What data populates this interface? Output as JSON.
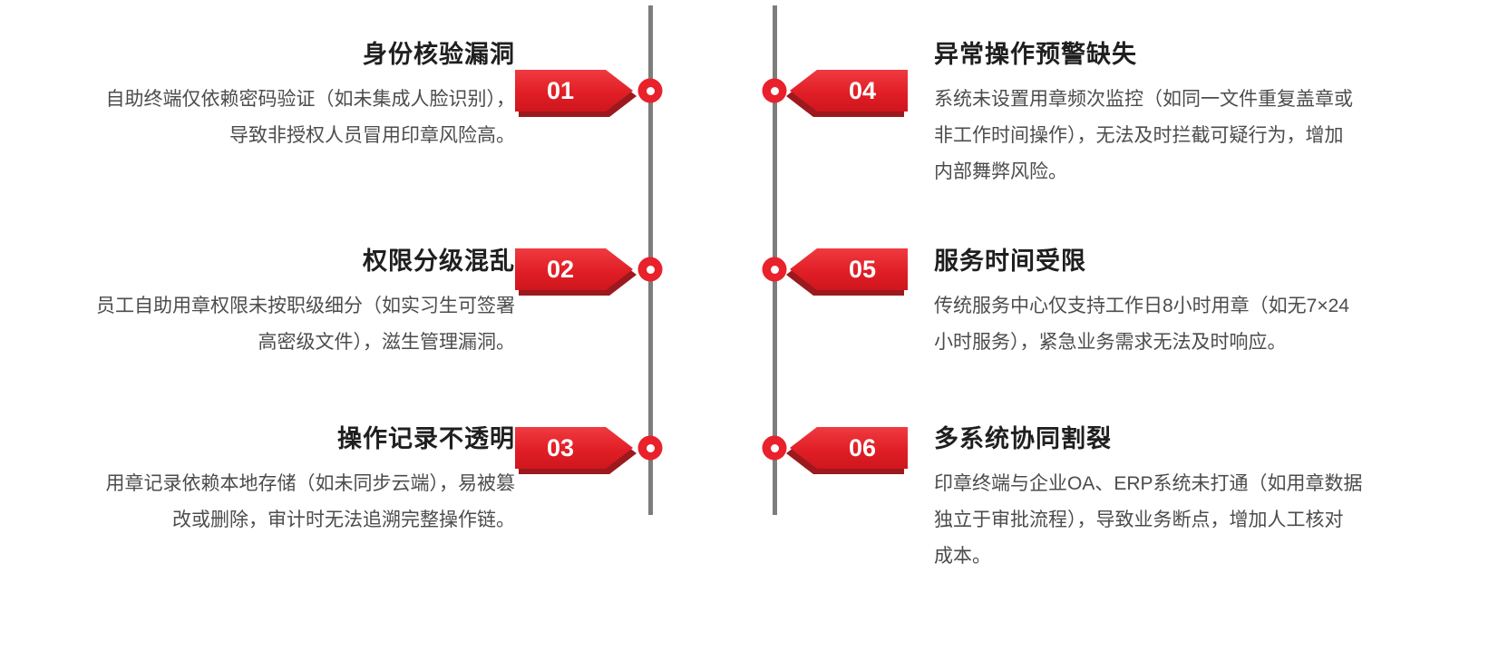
{
  "colors": {
    "tag_red": "#e11e26",
    "tag_red_dark": "#9c191d",
    "dot_red": "#e8212b",
    "line_gray": "#7d7d7d",
    "title_text": "#1f1f1f",
    "body_text": "#4c4c4c"
  },
  "items": [
    {
      "number": "01",
      "side": "left",
      "title": "身份核验漏洞",
      "desc_lines": [
        "自助终端仅依赖密码验证（如未集成人脸识别），",
        "导致非授权人员冒用印章风险高。"
      ]
    },
    {
      "number": "02",
      "side": "left",
      "title": "权限分级混乱",
      "desc_lines": [
        "员工自助用章权限未按职级细分（如实习生可签署",
        "高密级文件），滋生管理漏洞。"
      ]
    },
    {
      "number": "03",
      "side": "left",
      "title": "操作记录不透明",
      "desc_lines": [
        "用章记录依赖本地存储（如未同步云端），易被篡",
        "改或删除，审计时无法追溯完整操作链。"
      ]
    },
    {
      "number": "04",
      "side": "right",
      "title": "异常操作预警缺失",
      "desc_lines": [
        "系统未设置用章频次监控（如同一文件重复盖章或",
        "非工作时间操作），无法及时拦截可疑行为，增加",
        "内部舞弊风险。"
      ]
    },
    {
      "number": "05",
      "side": "right",
      "title": "服务时间受限",
      "desc_lines": [
        "传统服务中心仅支持工作日8小时用章（如无7×24",
        "小时服务），紧急业务需求无法及时响应。"
      ]
    },
    {
      "number": "06",
      "side": "right",
      "title": "多系统协同割裂",
      "desc_lines": [
        "印章终端与企业OA、ERP系统未打通（如用章数据",
        "独立于审批流程），导致业务断点，增加人工核对",
        "成本。"
      ]
    }
  ]
}
